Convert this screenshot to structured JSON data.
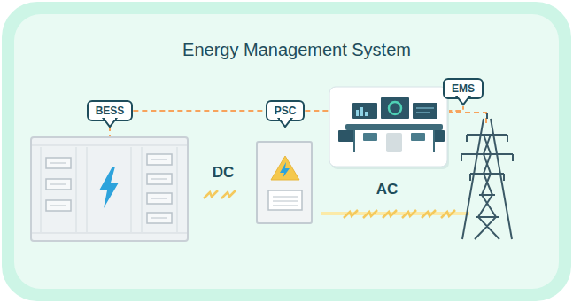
{
  "diagram": {
    "title": "Energy Management System",
    "nodes": [
      {
        "text": [
          "BESS"
        ]
      },
      {
        "text": [
          "PSC"
        ]
      },
      {
        "text": [
          "EMS"
        ]
      }
    ],
    "edges": [
      {
        "from": 0,
        "to": 1,
        "arrow": "none"
      },
      {
        "from": 1,
        "to": 2,
        "arrow": "none"
      }
    ],
    "labels": [
      "DC",
      "AC"
    ]
  }
}
